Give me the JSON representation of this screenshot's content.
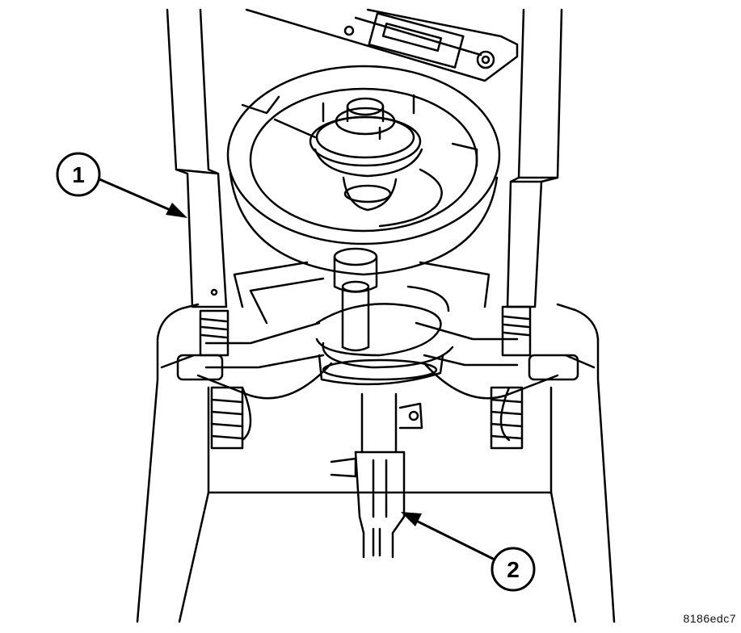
{
  "figure": {
    "callouts": [
      {
        "id": "1",
        "label": "1"
      },
      {
        "id": "2",
        "label": "2"
      }
    ],
    "figure_id": "8186edc7"
  },
  "colors": {
    "line": "#000000",
    "background": "#ffffff"
  }
}
